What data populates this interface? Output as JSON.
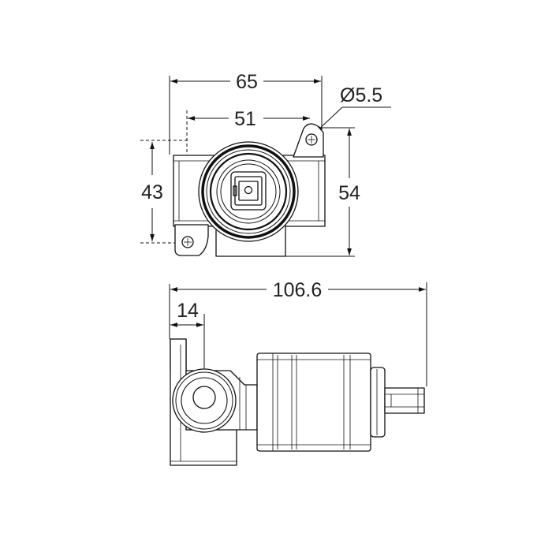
{
  "dimensions": {
    "top_view": {
      "overall_width": "65",
      "hole_spacing": "51",
      "hole_diameter": "Ø5.5",
      "hole_vertical_spacing": "43",
      "overall_height": "54"
    },
    "side_view": {
      "overall_length": "106.6",
      "inlet_offset": "14"
    }
  }
}
